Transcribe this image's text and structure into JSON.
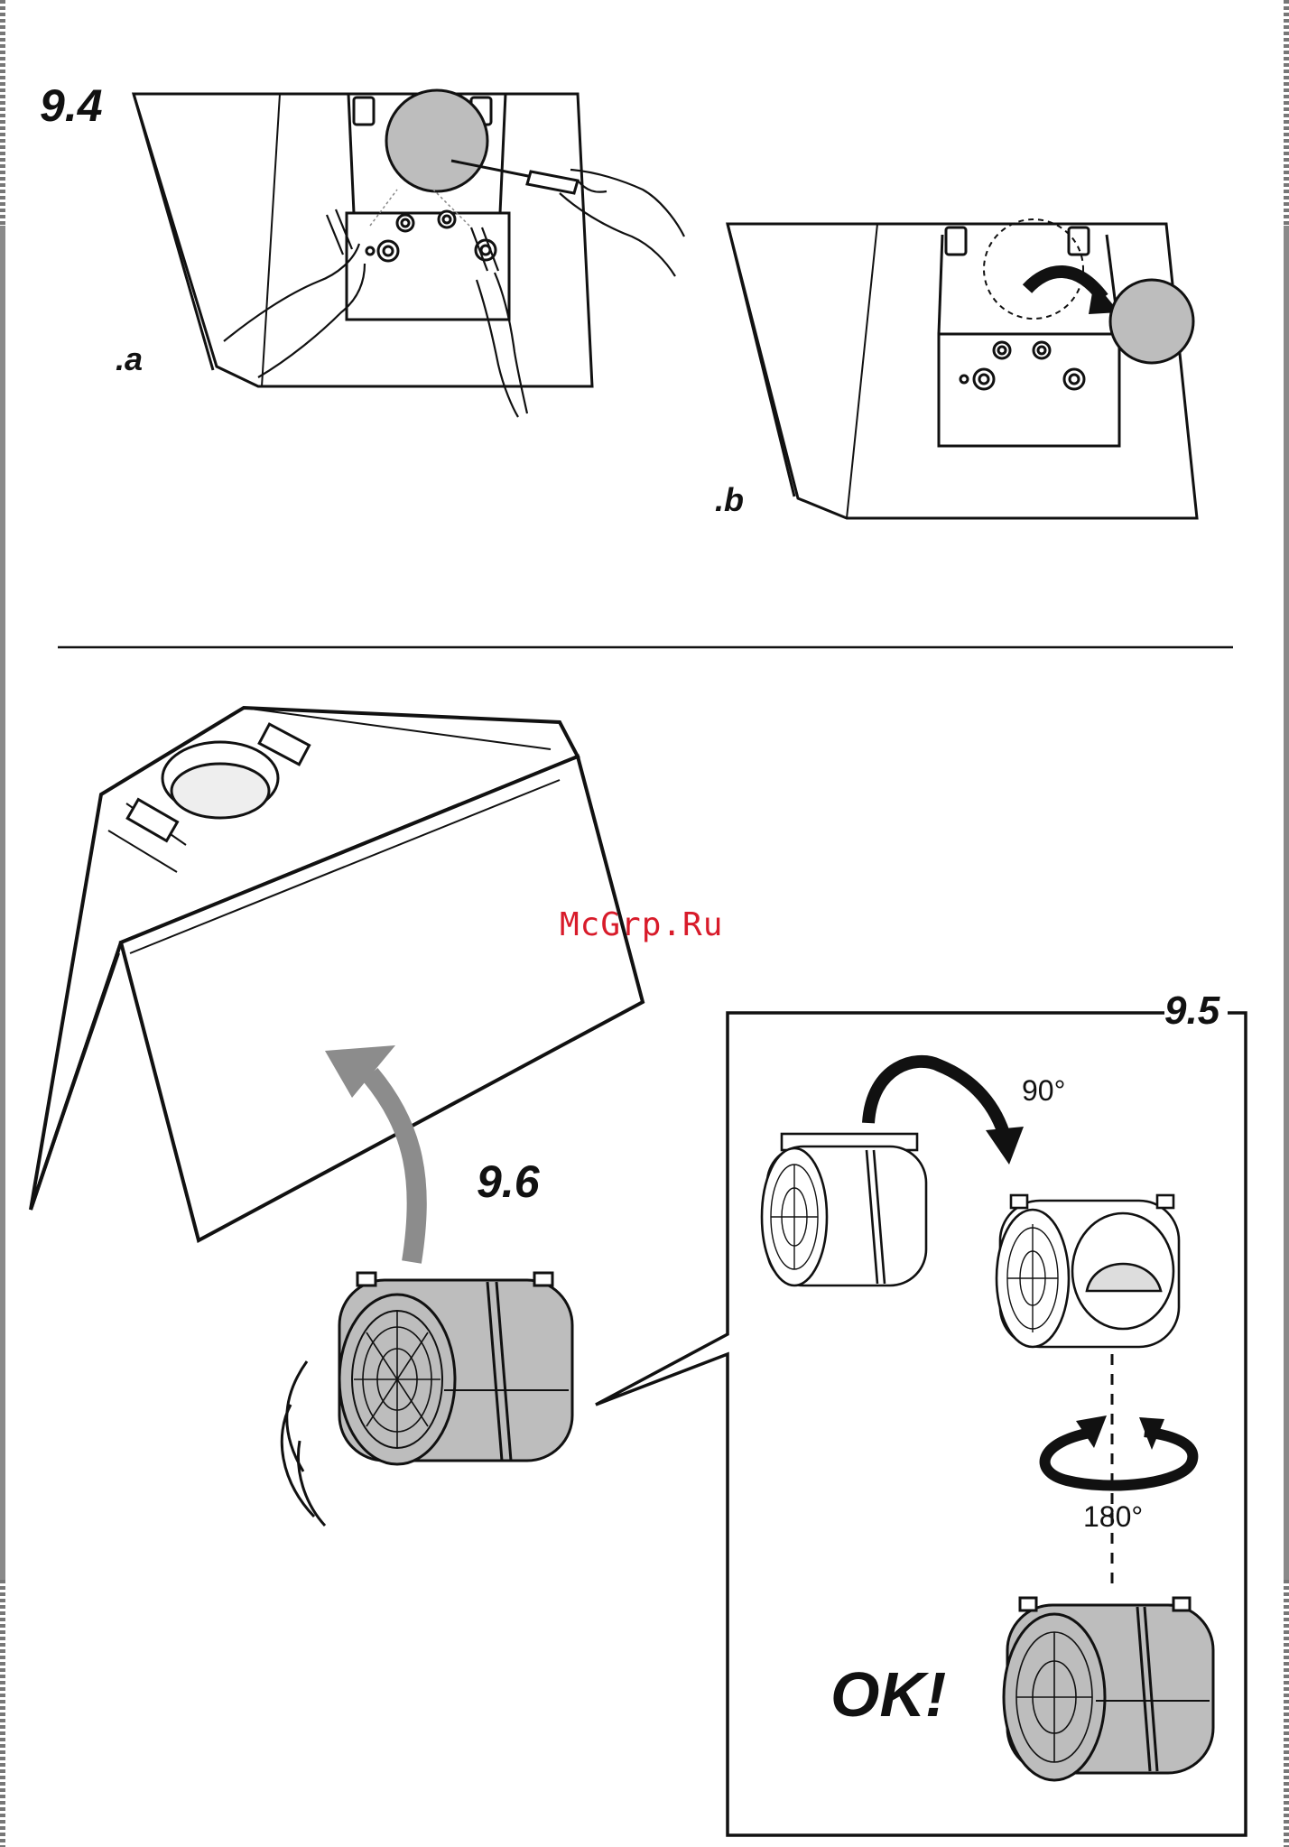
{
  "figures": {
    "fig_9_4": {
      "label": "9.4",
      "sub_a": ".a",
      "sub_b": ".b"
    },
    "fig_9_5": {
      "label": "9.5",
      "rotation_90": "90°",
      "rotation_180": "180°",
      "result": "OK!"
    },
    "fig_9_6": {
      "label": "9.6"
    }
  },
  "watermark": "McGrp.Ru",
  "colors": {
    "line": "#111111",
    "part_fill": "#bdbdbd",
    "arrow_gray": "#8c8c8c",
    "watermark": "#d81b2a"
  }
}
